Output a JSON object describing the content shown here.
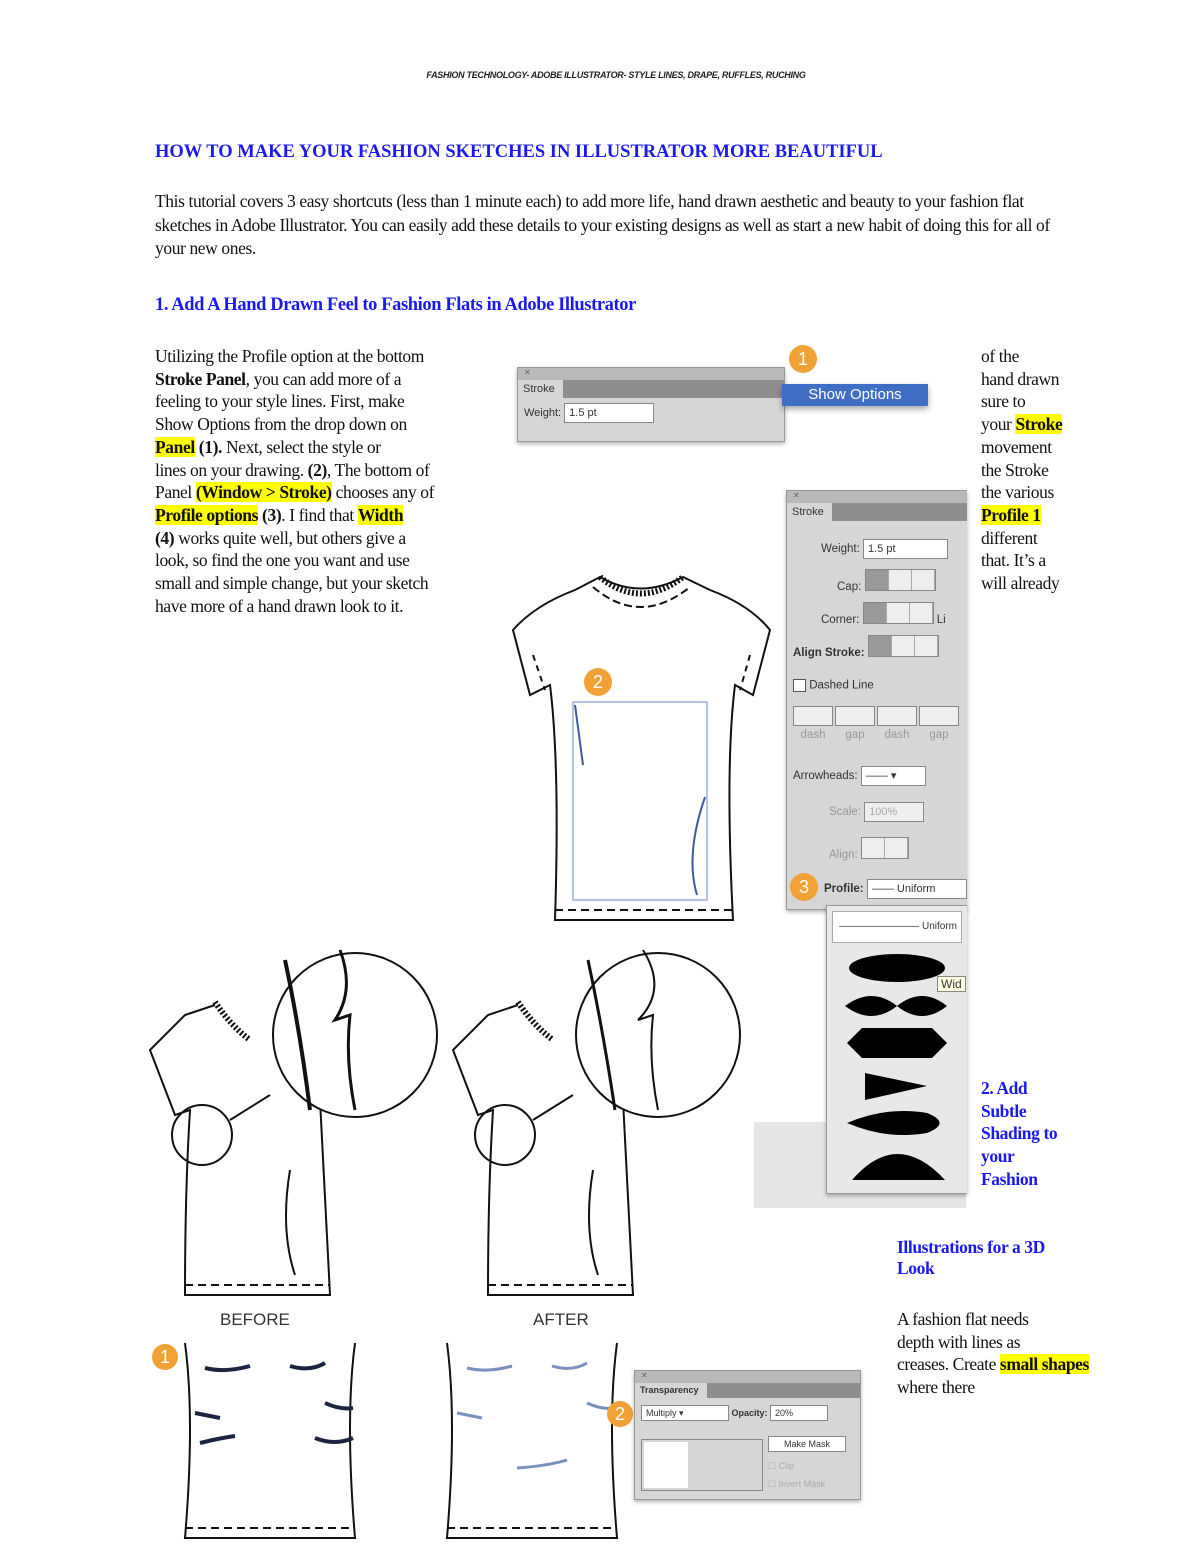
{
  "header": "FASHION TECHNOLOGY- ADOBE ILLUSTRATOR- STYLE LINES, DRAPE, RUFFLES, RUCHING",
  "title": "HOW TO MAKE YOUR FASHION SKETCHES IN ILLUSTRATOR MORE BEAUTIFUL",
  "intro": "This tutorial covers 3 easy shortcuts (less than 1 minute each) to add more life, hand drawn aesthetic and beauty to your fashion flat sketches in Adobe Illustrator. You can easily add these details to your existing designs as well as start a new habit of doing this for all of your new ones.",
  "section1": {
    "heading": "1. Add A Hand Drawn Feel to Fashion Flats in Adobe Illustrator",
    "left": [
      "Utilizing the Profile option at the bottom",
      "Stroke Panel",
      "feeling to your style lines. First, make",
      "Show Options from the drop down on",
      "Panel",
      "(1).",
      "Next, select the style or",
      "lines on your drawing.",
      "(2)",
      "The bottom of",
      "Panel",
      "(Window > Stroke)",
      "chooses any of",
      "Profile options",
      "(3)",
      "I find that",
      "Width",
      "(4)",
      "works quite well, but others give a",
      "look, so find the one you want and use",
      "small and simple change, but your sketch",
      "have more of a hand drawn look to it.",
      ", you can add more of a"
    ],
    "right": [
      "of the",
      "hand drawn",
      "sure to",
      "your",
      "Stroke",
      "movement",
      "the Stroke",
      "the various",
      "Profile 1",
      "different",
      "that.  It’s a",
      "will already"
    ]
  },
  "section2": {
    "heading_lines": [
      "2. Add",
      "Subtle",
      "Shading to",
      "your",
      "Fashion"
    ],
    "heading2_lines": [
      "Illustrations for a 3D",
      "Look"
    ],
    "body": [
      "A  fashion flat needs",
      "depth with lines as",
      "creases.  Create",
      "small shapes",
      "where there"
    ]
  },
  "stroke_small": {
    "tab": "Stroke",
    "weight_label": "Weight:",
    "weight": "1.5 pt",
    "menu_item": "Show Options",
    "badge": "1"
  },
  "stroke_big": {
    "tab": "Stroke",
    "weight_label": "Weight:",
    "weight": "1.5 pt",
    "cap": "Cap:",
    "corner": "Corner:",
    "limit_cut": "Li",
    "align": "Align Stroke:",
    "dashed": "Dashed Line",
    "dash_labels": [
      "dash",
      "gap",
      "dash",
      "gap"
    ],
    "arrowheads": "Arrowheads:",
    "scale": "Scale:",
    "scale_val": "100%",
    "align2": "Align:",
    "profile": "Profile:",
    "profile_val": "Uniform",
    "badge": "3",
    "dropdown_first": "Uniform",
    "tooltip": "Wid"
  },
  "figure": {
    "badge2": "2",
    "before": "BEFORE",
    "after": "AFTER",
    "badge_shade1": "1",
    "badge_shade2": "2"
  },
  "transparency": {
    "tab": "Transparency",
    "mode": "Multiply",
    "opacity_label": "Opacity:",
    "opacity": "20%",
    "make_mask": "Make Mask",
    "clip": "Clip",
    "invert": "Invert Mask"
  }
}
